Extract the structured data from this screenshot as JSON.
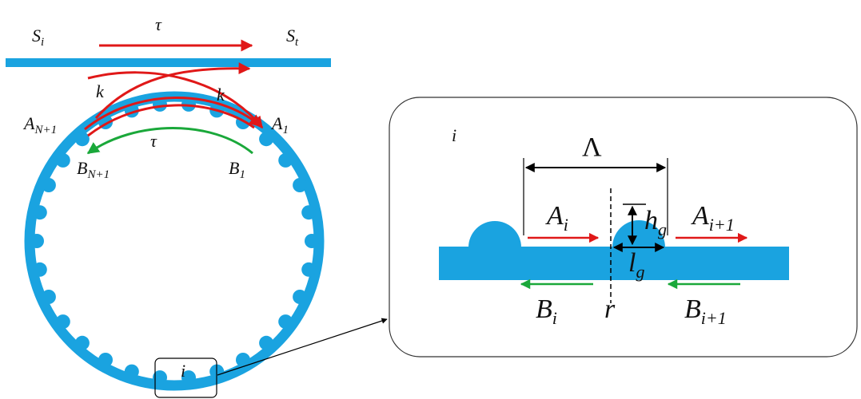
{
  "colors": {
    "waveguide": "#1aa3e0",
    "forward_arrow": "#e01818",
    "backward_arrow": "#1aa83a",
    "line": "#000000",
    "panel_border": "#333333"
  },
  "left": {
    "input_port": {
      "main": "S",
      "sub": "i"
    },
    "through_port": {
      "main": "S",
      "sub": "t"
    },
    "bus_transmission": "τ",
    "coupling_left": "k",
    "coupling_right": "k",
    "ring_transmission": "τ",
    "forward_start": {
      "main": "A",
      "sub": "N+1"
    },
    "forward_end": {
      "main": "A",
      "sub": "1"
    },
    "backward_start": {
      "main": "B",
      "sub": "1"
    },
    "backward_end": {
      "main": "B",
      "sub": "N+1"
    },
    "grating_index": "i"
  },
  "inset": {
    "index_label": "i",
    "period": "Λ",
    "forward_in": {
      "main": "A",
      "sub": "i"
    },
    "forward_out": {
      "main": "A",
      "sub": "i+1"
    },
    "backward_in": {
      "main": "B",
      "sub": "i+1"
    },
    "backward_out": {
      "main": "B",
      "sub": "i"
    },
    "height": {
      "main": "h",
      "sub": "g"
    },
    "length": {
      "main": "l",
      "sub": "g"
    },
    "reflection": "r"
  }
}
